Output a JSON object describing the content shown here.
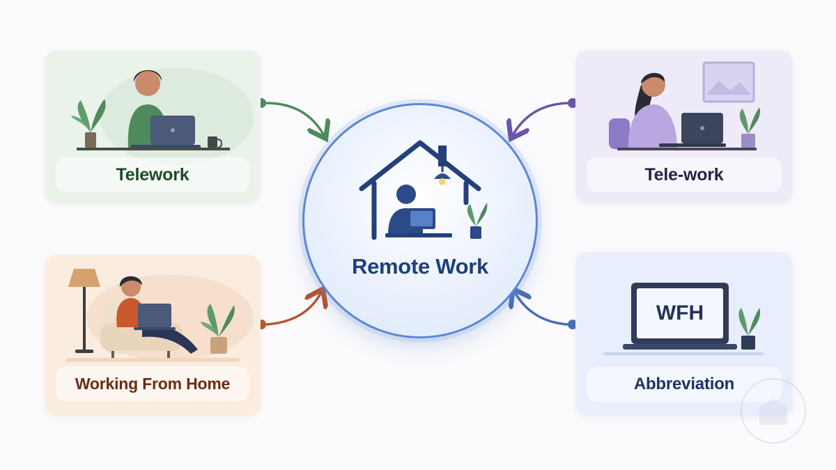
{
  "center": {
    "title": "Remote Work"
  },
  "cards": {
    "telework": {
      "label": "Telework",
      "color": "#2e6b3e"
    },
    "tele_work": {
      "label": "Tele-work",
      "color": "#5a4a96"
    },
    "wfh": {
      "label": "Working From Home",
      "color": "#b8552a"
    },
    "abbreviation": {
      "label": "Abbreviation",
      "screen_text": "WFH",
      "color": "#3a5aa8"
    }
  },
  "colors": {
    "hub_border": "#5b86d6",
    "arrow_green": "#4f8a5c",
    "arrow_purple": "#6a55a8",
    "arrow_orange": "#b8552a",
    "arrow_blue": "#4a6fb8"
  }
}
